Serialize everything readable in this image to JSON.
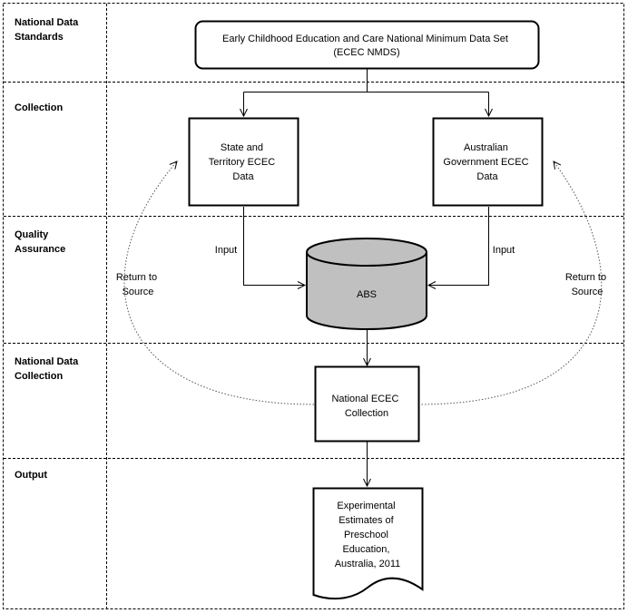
{
  "lanes": [
    {
      "id": "standards",
      "label": [
        "National Data",
        "Standards"
      ]
    },
    {
      "id": "collection",
      "label": [
        "Collection"
      ]
    },
    {
      "id": "quality",
      "label": [
        "Quality",
        "Assurance"
      ]
    },
    {
      "id": "national",
      "label": [
        "National Data",
        "Collection"
      ]
    },
    {
      "id": "output",
      "label": [
        "Output"
      ]
    }
  ],
  "nodes": {
    "nmds": [
      "Early Childhood Education and Care National Minimum Data Set",
      "(ECEC NMDS)"
    ],
    "state": [
      "State and",
      "Territory ECEC",
      "Data"
    ],
    "government": [
      "Australian",
      "Government ECEC",
      "Data"
    ],
    "abs": [
      "ABS"
    ],
    "national_collection": [
      "National ECEC",
      "Collection"
    ],
    "output_doc": [
      "Experimental",
      "Estimates of",
      "Preschool",
      "Education,",
      "Australia, 2011"
    ]
  },
  "edge_labels": {
    "input_left": "Input",
    "input_right": "Input",
    "return_left": [
      "Return to",
      "Source"
    ],
    "return_right": [
      "Return to",
      "Source"
    ]
  },
  "colors": {
    "cylinder_fill": "#c0c0c0",
    "line": "#000000",
    "dash": "#555555"
  }
}
